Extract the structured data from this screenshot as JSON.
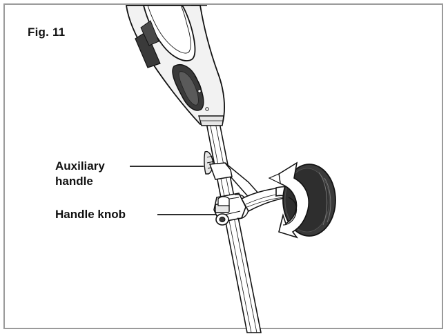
{
  "figure": {
    "label": "Fig. 11"
  },
  "callouts": {
    "auxiliary_handle_line1": "Auxiliary",
    "auxiliary_handle_line2": "handle",
    "handle_knob": "Handle knob"
  },
  "colors": {
    "frame_border": "#9a9a9a",
    "ink": "#111111",
    "dark_grip": "#3a3a3a",
    "mid_gray": "#bdbdbd",
    "light_gray": "#e6e6e6"
  }
}
